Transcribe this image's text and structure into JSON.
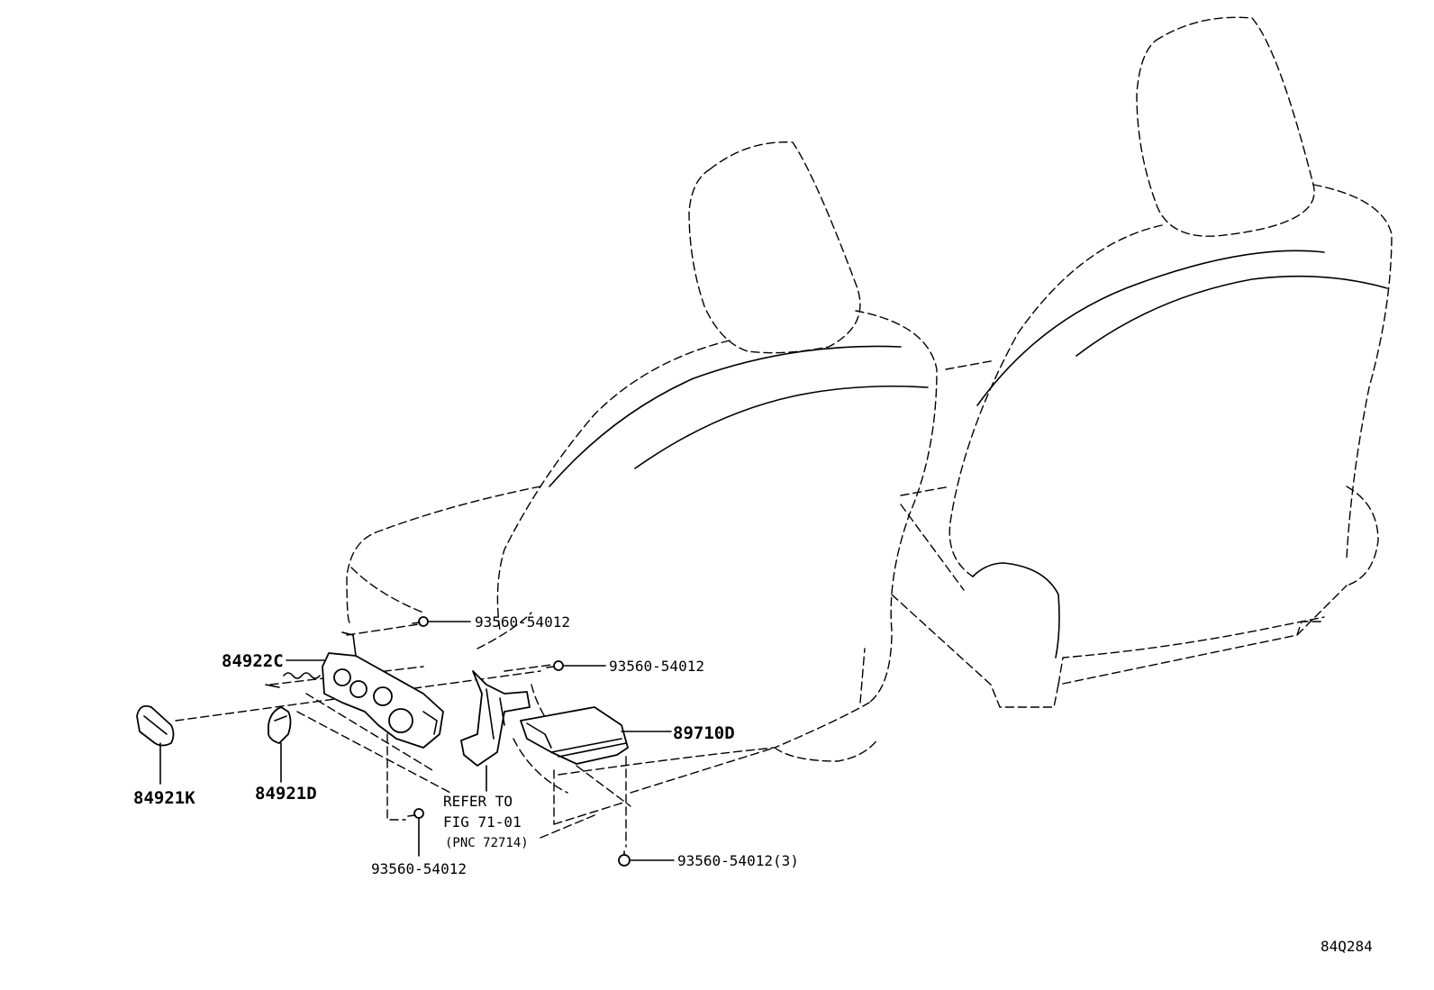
{
  "labels": {
    "switch_assy": "84922C",
    "knob_k": "84921K",
    "knob_d": "84921D",
    "computer": "89710D",
    "screw_top": "93560-54012",
    "screw_mid": "93560-54012",
    "screw_bottom": "93560-54012",
    "screw_right": "93560-54012(3)",
    "refer_line1": "REFER TO",
    "refer_line2": "FIG 71-01",
    "refer_line3": "(PNC 72714)",
    "figure_code": "84Q284"
  }
}
